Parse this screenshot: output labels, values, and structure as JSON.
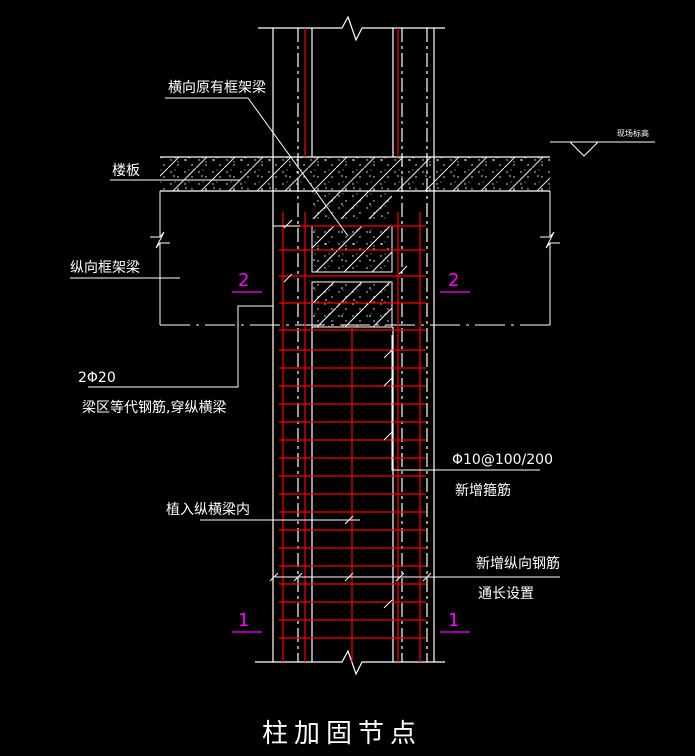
{
  "title": "柱加固节点",
  "labels": {
    "transverse_beam": "横向原有框架梁",
    "floor_slab": "楼板",
    "longitudinal_beam": "纵向框架梁",
    "rebar_spec": "2Φ20",
    "rebar_desc": "梁区等代钢筋,穿纵横梁",
    "plant_note": "植入纵横梁内",
    "stirrup_spec": "Φ10@100/200",
    "stirrup_desc": "新增箍筋",
    "long_bar_line1": "新增纵向钢筋",
    "long_bar_line2": "通长设置",
    "elevation": "现场标高"
  },
  "sections": {
    "upper_left": "2",
    "upper_right": "2",
    "lower_left": "1",
    "lower_right": "1"
  },
  "colors": {
    "background": "#000000",
    "lines": "#ffffff",
    "rebar": "#ff0000",
    "section_marks": "#ff00ff",
    "hatch": "#ffffff"
  }
}
